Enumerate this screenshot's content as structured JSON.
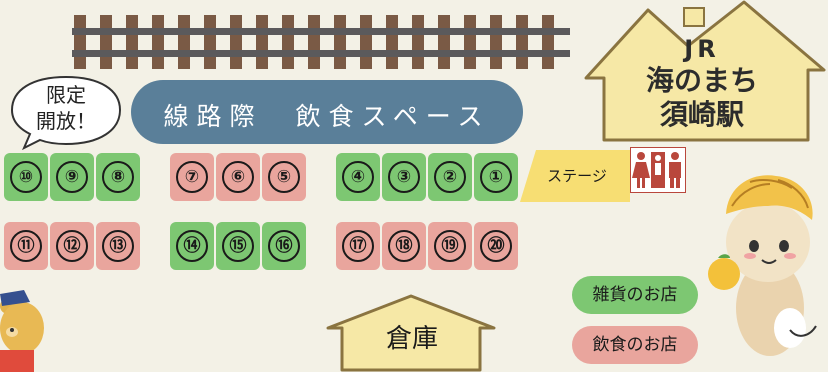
{
  "colors": {
    "goods": "#7dc772",
    "food": "#e9a59d",
    "lane": "#5a7f99",
    "station": "#f6e8a6",
    "stage": "#f7de73"
  },
  "lane_label": "線路際　飲食スペース",
  "bubble": {
    "line1": "限定",
    "line2": "開放！"
  },
  "station": {
    "line1": "JR",
    "line2": "海のまち",
    "line3": "須崎駅"
  },
  "stage_label": "ステージ",
  "restroom_icon": "restroom-icon",
  "warehouse_label": "倉庫",
  "stalls_top": [
    {
      "num": "⑩",
      "type": "goods"
    },
    {
      "num": "⑨",
      "type": "goods"
    },
    {
      "num": "⑧",
      "type": "goods"
    },
    {
      "num": "⑦",
      "type": "food"
    },
    {
      "num": "⑥",
      "type": "food"
    },
    {
      "num": "⑤",
      "type": "food"
    },
    {
      "num": "④",
      "type": "goods"
    },
    {
      "num": "③",
      "type": "goods"
    },
    {
      "num": "②",
      "type": "goods"
    },
    {
      "num": "①",
      "type": "goods"
    }
  ],
  "stalls_bottom": [
    {
      "num": "⑪",
      "type": "food"
    },
    {
      "num": "⑫",
      "type": "food"
    },
    {
      "num": "⑬",
      "type": "food"
    },
    {
      "num": "⑭",
      "type": "goods"
    },
    {
      "num": "⑮",
      "type": "goods"
    },
    {
      "num": "⑯",
      "type": "goods"
    },
    {
      "num": "⑰",
      "type": "food"
    },
    {
      "num": "⑱",
      "type": "food"
    },
    {
      "num": "⑲",
      "type": "food"
    },
    {
      "num": "⑳",
      "type": "food"
    }
  ],
  "legend": {
    "goods": "雑貨のお店",
    "food": "飲食のお店"
  }
}
